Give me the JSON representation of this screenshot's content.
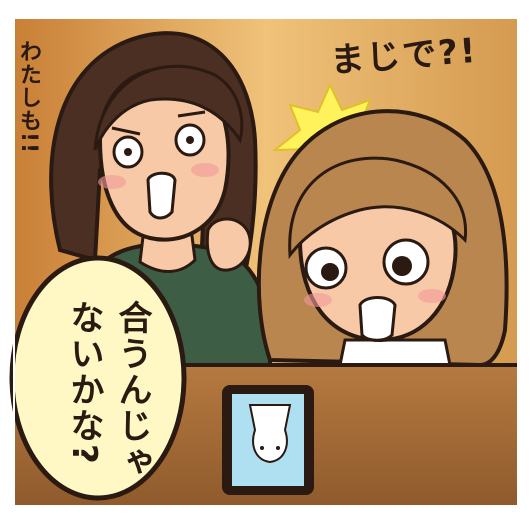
{
  "panel": {
    "side_caption": "わたしも!!",
    "shout": "まじで?!",
    "bubble_lines": [
      "合うんじゃ",
      "ないかな?"
    ]
  },
  "colors": {
    "background_warm": "#d99a4e",
    "table": "#a86c36",
    "skin": "#f7c9a6",
    "brunette_hair": "#4a2f22",
    "blonde_hair": "#b9864f",
    "sweater": "#3d5d44",
    "bubble": "#fff8c4",
    "outline": "#3a2414",
    "burst": "#fff25a"
  }
}
